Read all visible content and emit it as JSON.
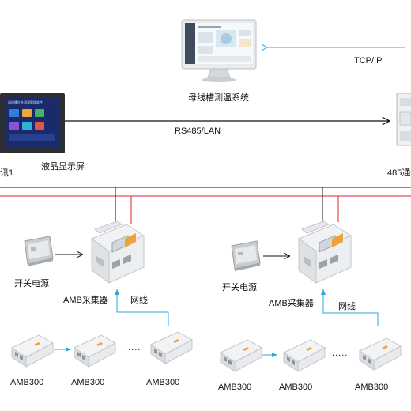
{
  "system": {
    "label": "母线槽测温系统"
  },
  "links": {
    "tcp": "TCP/IP",
    "rs485": "RS485/LAN"
  },
  "display": {
    "label": "液晶显示屏",
    "screen_title": "母线槽红外测温管理软件"
  },
  "left_partial": {
    "label": "讯1"
  },
  "right_partial": {
    "label": "485通"
  },
  "groups": [
    {
      "psu_label": "开关电源",
      "collector_label": "AMB采集器",
      "cable_label": "网线",
      "sensors": [
        "AMB300",
        "AMB300",
        "AMB300"
      ],
      "dots": "......"
    },
    {
      "psu_label": "开关电源",
      "collector_label": "AMB采集器",
      "cable_label": "网线",
      "sensors": [
        "AMB300",
        "AMB300",
        "AMB300"
      ],
      "dots": "......"
    }
  ],
  "colors": {
    "cyan": "#29a8e0",
    "red": "#e0262b",
    "black": "#111111"
  }
}
